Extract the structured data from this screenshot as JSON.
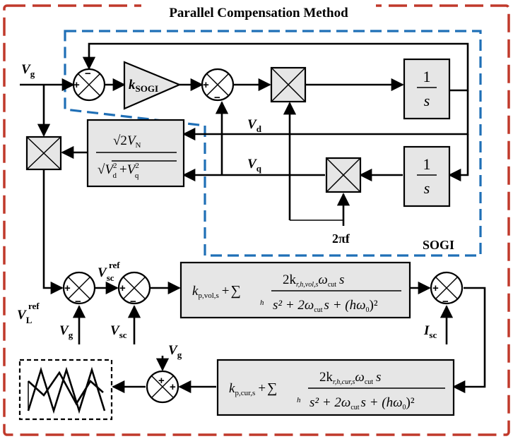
{
  "title": "Parallel Compensation Method",
  "sogi_label": "SOGI",
  "colors": {
    "outer_border": "#c0392b",
    "sogi_border": "#1f6fb6",
    "block_fill": "#e6e6e6"
  },
  "signals": {
    "vg_input": {
      "main": "V",
      "sub": "g"
    },
    "vd": {
      "main": "V",
      "sub": "d"
    },
    "vq": {
      "main": "V",
      "sub": "q"
    },
    "vsc_ref": {
      "main": "V",
      "sub": "sc",
      "sup": "ref"
    },
    "vl_ref": {
      "main": "V",
      "sub": "L",
      "sup": "ref"
    },
    "vg_bottom": {
      "main": "V",
      "sub": "g"
    },
    "vsc": {
      "main": "V",
      "sub": "sc"
    },
    "isc": {
      "main": "I",
      "sub": "sc"
    },
    "vg_final": {
      "main": "V",
      "sub": "g"
    }
  },
  "blocks": {
    "ksogi": {
      "main": "k",
      "sub": "SOGI"
    },
    "integrator": {
      "num": "1",
      "den": "s"
    },
    "two_pi_f": "2πf",
    "normalizer": {
      "sqrt2": "√2",
      "vn": "V",
      "vn_sub": "N",
      "den_sqrt": "√",
      "vd": "V",
      "vd_sub": "d",
      "sq": "2",
      "plus": "+",
      "vq": "V",
      "vq_sub": "q"
    },
    "voltage_controller": {
      "kp": "k",
      "kp_sub": "p,vol,s",
      "plus": "+",
      "sigma": "∑",
      "h": "h",
      "num_2k": "2k",
      "num_k_sub": "r,h,vol,s",
      "omega": "ω",
      "omega_sub": "cut",
      "s": "s",
      "den": "s² + 2ω",
      "den_sub": "cut",
      "den_rest": "s + (hω",
      "den_0": "0",
      "den_end": ")²"
    },
    "current_controller": {
      "kp": "k",
      "kp_sub": "p,cur,s",
      "plus": "+",
      "sigma": "∑",
      "h": "h",
      "num_2k": "2k",
      "num_k_sub": "r,h,cur,s",
      "omega": "ω",
      "omega_sub": "cut",
      "s": "s",
      "den": "s² + 2ω",
      "den_sub": "cut",
      "den_rest": "s + (hω",
      "den_0": "0",
      "den_end": ")²"
    }
  },
  "signs": {
    "plus": "+",
    "minus": "−"
  }
}
